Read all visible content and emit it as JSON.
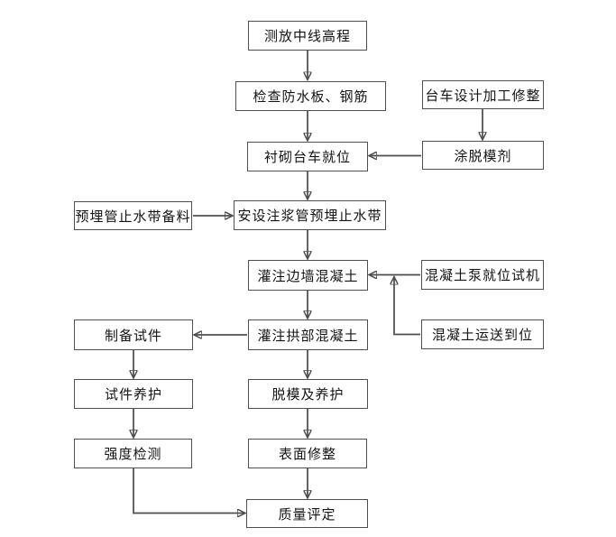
{
  "meta": {
    "description": "Tunnel lining concrete construction process flowchart",
    "diagram_type": "flowchart",
    "colors": {
      "line": "#4f4f4f",
      "text": "#141414",
      "background": "#ffffff",
      "box_fill": "#ffffff"
    }
  },
  "flowchart": {
    "nodes": {
      "measure_elevation": {
        "label": "测放中线高程"
      },
      "check_waterproof": {
        "label": "检查防水板、钢筋"
      },
      "trolley_design": {
        "label": "台车设计加工修整"
      },
      "lining_trolley": {
        "label": "衬砌台车就位"
      },
      "release_agent": {
        "label": "涂脱模剂"
      },
      "embedded_material": {
        "label": "预埋管止水带备料"
      },
      "install_grouting": {
        "label": "安设注浆管预埋止水带"
      },
      "pour_sidewall": {
        "label": "灌注边墙混凝土"
      },
      "pump_test": {
        "label": "混凝土泵就位试机"
      },
      "prepare_specimen": {
        "label": "制备试件"
      },
      "pour_arch": {
        "label": "灌注拱部混凝土"
      },
      "concrete_delivery": {
        "label": "混凝土运送到位"
      },
      "specimen_curing": {
        "label": "试件养护"
      },
      "demold_curing": {
        "label": "脱模及养护"
      },
      "strength_test": {
        "label": "强度检测"
      },
      "surface_finish": {
        "label": "表面修整"
      },
      "quality_assessment": {
        "label": "质量评定"
      }
    },
    "edges": [
      {
        "from": "measure_elevation",
        "to": "check_waterproof"
      },
      {
        "from": "check_waterproof",
        "to": "lining_trolley"
      },
      {
        "from": "trolley_design",
        "to": "release_agent"
      },
      {
        "from": "release_agent",
        "to": "lining_trolley"
      },
      {
        "from": "lining_trolley",
        "to": "install_grouting"
      },
      {
        "from": "embedded_material",
        "to": "install_grouting"
      },
      {
        "from": "install_grouting",
        "to": "pour_sidewall"
      },
      {
        "from": "pump_test",
        "to": "pour_sidewall"
      },
      {
        "from": "concrete_delivery",
        "to": "pour_sidewall"
      },
      {
        "from": "pour_sidewall",
        "to": "pour_arch"
      },
      {
        "from": "pour_arch",
        "to": "prepare_specimen"
      },
      {
        "from": "prepare_specimen",
        "to": "specimen_curing"
      },
      {
        "from": "pour_arch",
        "to": "demold_curing"
      },
      {
        "from": "specimen_curing",
        "to": "strength_test"
      },
      {
        "from": "demold_curing",
        "to": "surface_finish"
      },
      {
        "from": "strength_test",
        "to": "quality_assessment"
      },
      {
        "from": "surface_finish",
        "to": "quality_assessment"
      }
    ]
  }
}
